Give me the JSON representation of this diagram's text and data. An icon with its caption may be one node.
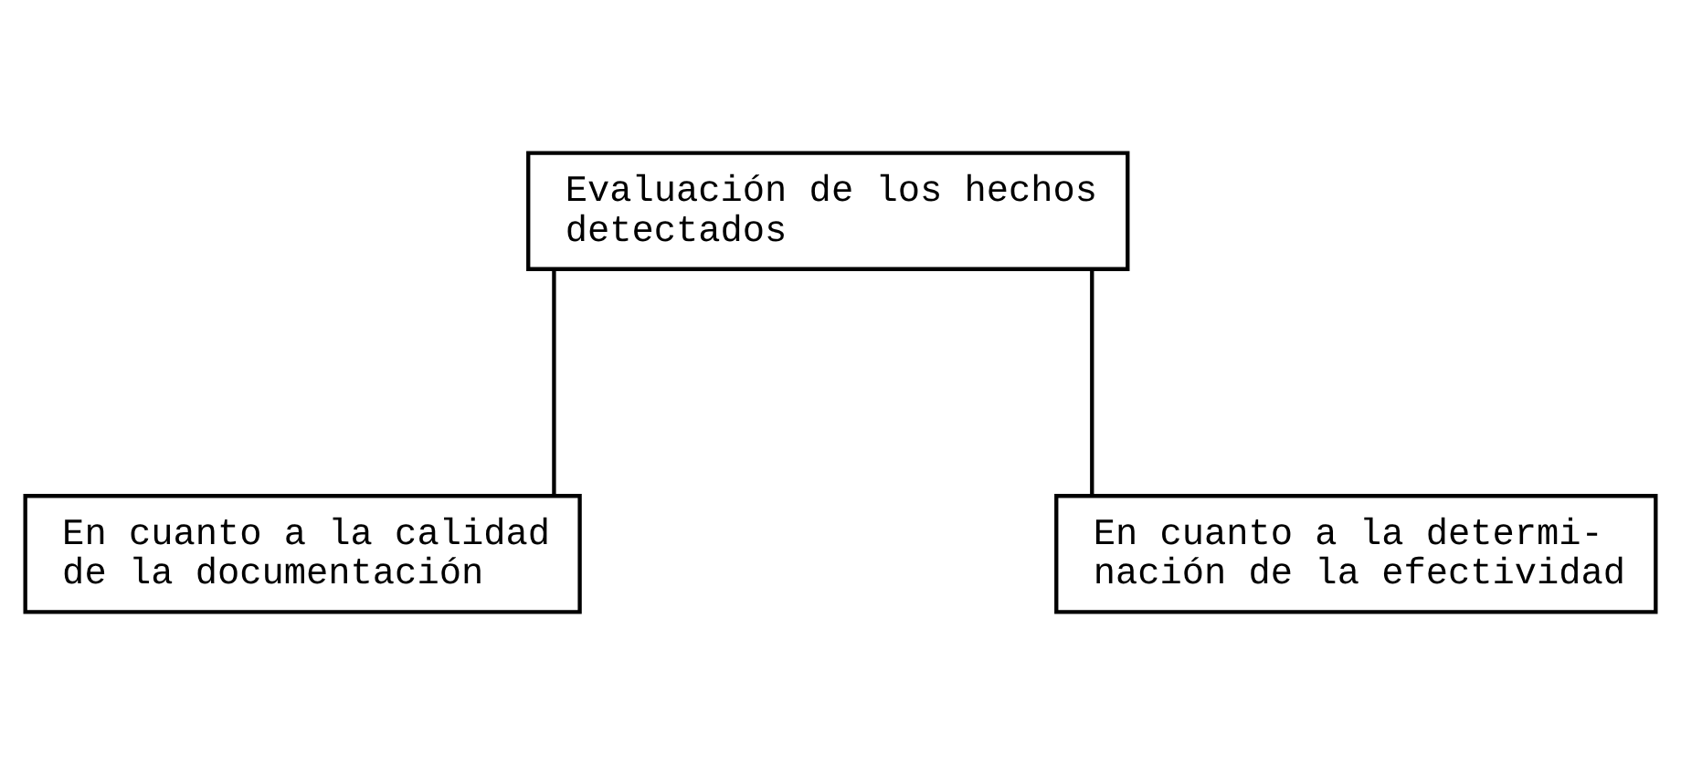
{
  "diagram": {
    "nodes": [
      {
        "text": [
          "Evaluación de los hechos detectados"
        ]
      },
      {
        "text": [
          "En cuanto a la calidad de la documentación"
        ]
      },
      {
        "text": [
          "En cuanto a la determi- nación de la efectividad"
        ]
      }
    ],
    "edges": [
      {
        "from": 0,
        "to": 1,
        "arrow": "none"
      },
      {
        "from": 0,
        "to": 2,
        "arrow": "none"
      }
    ]
  }
}
